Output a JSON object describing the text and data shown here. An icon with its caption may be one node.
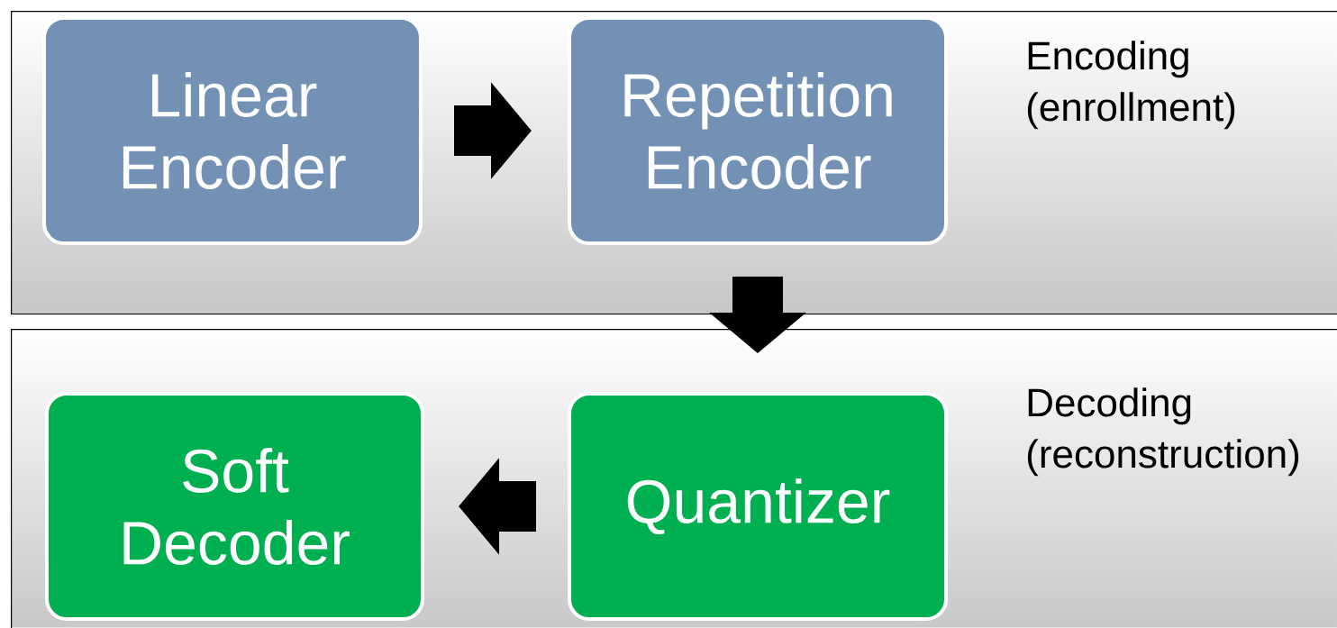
{
  "diagram": {
    "nodes": [
      {
        "text": [
          "Encoding (enrollment)"
        ]
      },
      {
        "text": [
          "Linear Encoder"
        ],
        "in": 0
      },
      {
        "text": [
          "Repetition Encoder"
        ],
        "in": 0
      },
      {
        "text": [
          "Decoding (reconstruction)"
        ]
      },
      {
        "text": [
          "Quantizer"
        ],
        "in": 3
      },
      {
        "text": [
          "Soft Decoder"
        ],
        "in": 3
      }
    ],
    "edges": [
      {
        "from": 1,
        "to": 2,
        "arrow": "to"
      },
      {
        "from": 2,
        "to": 4,
        "arrow": "to"
      },
      {
        "from": 4,
        "to": 5,
        "arrow": "to"
      }
    ]
  }
}
